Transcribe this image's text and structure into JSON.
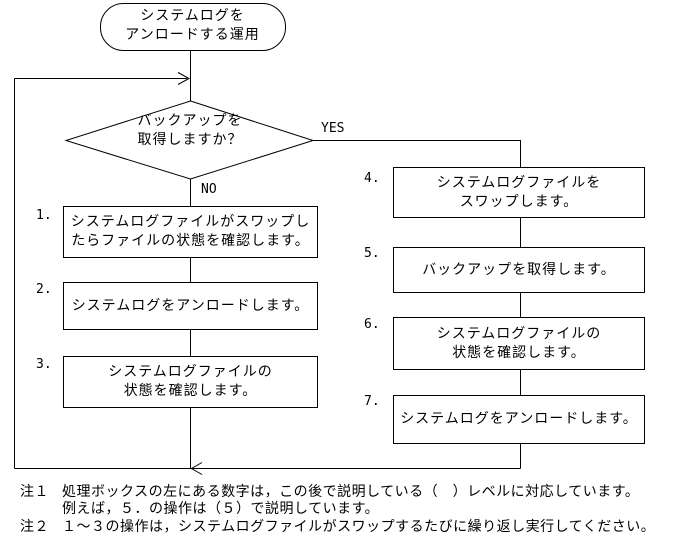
{
  "colors": {
    "ink": "#000000",
    "background": "#ffffff"
  },
  "flowchart": {
    "start": {
      "lines": [
        "システムログを",
        "アンロードする運用"
      ]
    },
    "decision": {
      "lines": [
        "バックアップを",
        "取得しますか？"
      ],
      "yes": "YES",
      "no": "NO"
    },
    "left_steps": [
      {
        "number": "1.",
        "lines": [
          "システムログファイルがスワップし",
          "たらファイルの状態を確認します。"
        ]
      },
      {
        "number": "2.",
        "lines": [
          "システムログをアンロードします。"
        ]
      },
      {
        "number": "3.",
        "lines": [
          "システムログファイルの",
          "状態を確認します。"
        ]
      }
    ],
    "right_steps": [
      {
        "number": "4.",
        "lines": [
          "システムログファイルを",
          "スワップします。"
        ]
      },
      {
        "number": "5.",
        "lines": [
          "バックアップを取得します。"
        ]
      },
      {
        "number": "6.",
        "lines": [
          "システムログファイルの",
          "状態を確認します。"
        ]
      },
      {
        "number": "7.",
        "lines": [
          "システムログをアンロードします。"
        ]
      }
    ]
  },
  "notes": [
    {
      "label": "注１",
      "lines": [
        "処理ボックスの左にある数字は，この後で説明している（　）レベルに対応しています。",
        "例えば，５．の操作は（５）で説明しています。"
      ]
    },
    {
      "label": "注２",
      "lines": [
        "１～３の操作は，システムログファイルがスワップするたびに繰り返し実行してください。"
      ]
    }
  ]
}
